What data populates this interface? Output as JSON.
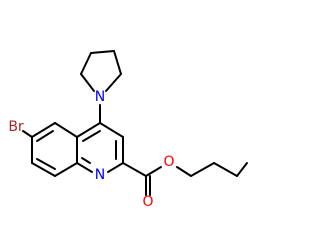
{
  "atoms": {
    "bromine": {
      "label": "Br",
      "color": "#a52a2a"
    },
    "ring_nitrogen": {
      "label": "N",
      "color": "#0000ff"
    },
    "pyrrolidine_nitrogen": {
      "label": "N",
      "color": "#0000ff"
    },
    "carbonyl_oxygen": {
      "label": "O",
      "color": "#ff0000"
    },
    "ester_oxygen": {
      "label": "O",
      "color": "#ff0000"
    }
  },
  "colors": {
    "bond": "#000000",
    "background": "#ffffff"
  }
}
